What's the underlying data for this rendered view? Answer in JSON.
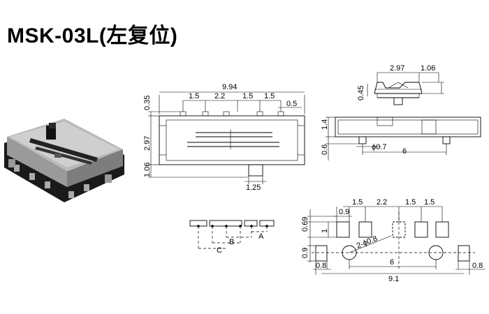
{
  "title": "MSK-03L(左复位)",
  "top_view": {
    "overall_width": "9.94",
    "pitch_1": "1.5",
    "pitch_2": "2.2",
    "pitch_3": "1.5",
    "pitch_4": "1.5",
    "pin_width": "0.5",
    "height_pin": "0.35",
    "height_body": "2.97",
    "height_lower": "1.06",
    "knob_width": "1.25"
  },
  "end_view": {
    "width": "2.97",
    "knob": "1.06",
    "height": "0.45"
  },
  "side_view": {
    "height": "1.4",
    "peg_offset": "0.6",
    "peg_dia": "ϕ0.7",
    "peg_spacing": "6"
  },
  "circuit": {
    "label_a": "A",
    "label_b": "B",
    "label_c": "C"
  },
  "footprint": {
    "pad_w": "0.9",
    "pad_gap": "0.69",
    "pad_h": "1",
    "pitch_1": "1.5",
    "pitch_2": "2.2",
    "pitch_3": "1.5",
    "pitch_4": "1.5",
    "hole_label": "2-ϕ0.8",
    "row_offset": "0.9",
    "mount_pad": "0.8",
    "hole_spacing": "6",
    "overall": "9.1",
    "mount_pad_right": "0.8"
  }
}
